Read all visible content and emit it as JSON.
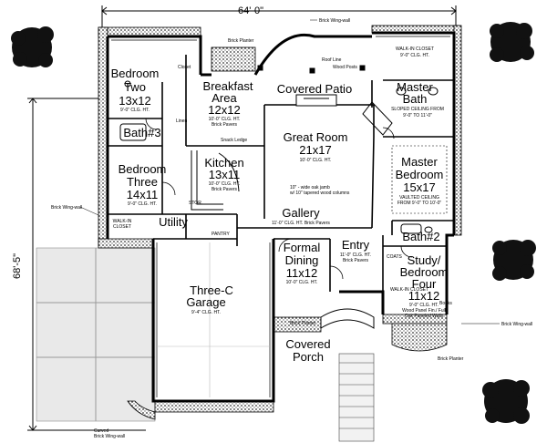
{
  "dimensions": {
    "width": "64'-0\"",
    "depth": "68'-5\""
  },
  "rooms": {
    "bedroom_two": {
      "name": "Bedroom",
      "name2": "Two",
      "size": "13x12",
      "ceiling": "9'-0\" CLG. HT."
    },
    "breakfast": {
      "name": "Breakfast",
      "name2": "Area",
      "size": "12x12",
      "ceiling": "10'-0\" CLG. HT.",
      "note": "Brick Pavers"
    },
    "covered_patio": {
      "name": "Covered Patio"
    },
    "master_bath": {
      "name": "Master",
      "name2": "Bath",
      "ceiling": "SLOPED CEILING FROM",
      "ceiling2": "9'-0\" TO 11'-0\""
    },
    "walkin_closet_master": {
      "name": "WALK-IN CLOSET",
      "ceiling": "9'-0\" CLG. HT."
    },
    "bath3": {
      "name": "Bath#3"
    },
    "great_room": {
      "name": "Great Room",
      "size": "21x17",
      "ceiling": "10'-0\" CLG. HT."
    },
    "master_bedroom": {
      "name": "Master",
      "name2": "Bedroom",
      "size": "15x17",
      "ceiling": "VAULTED CEILING",
      "ceiling2": "FROM 9'-0\" TO 10'-0\""
    },
    "bedroom_three": {
      "name": "Bedroom",
      "name2": "Three",
      "size": "14x11",
      "ceiling": "9'-0\" CLG. HT."
    },
    "kitchen": {
      "name": "Kitchen",
      "size": "13x11",
      "ceiling": "10'-0\" CLG. HT.",
      "note": "Brick Pavers"
    },
    "utility": {
      "name": "Utility"
    },
    "gallery": {
      "name": "Gallery",
      "ceiling": "11'-0\" CLG. HT.  Brick Pavers"
    },
    "formal_dining": {
      "name": "Formal",
      "name2": "Dining",
      "size": "11x12",
      "ceiling": "10'-0\" CLG. HT."
    },
    "entry": {
      "name": "Entry",
      "ceiling": "11'-0\" CLG. HT.",
      "note": "Brick Pavers"
    },
    "bath2": {
      "name": "Bath#2"
    },
    "study": {
      "name": "Study/",
      "name2": "Bedroom",
      "name3": "Four",
      "size": "11x12",
      "ceiling": "9'-0\" CLG. HT.",
      "note": "Wood Panel Fin./ Full",
      "note2": "Oak Paneled Walls"
    },
    "garage": {
      "name": "Three-C",
      "name2": "Garage",
      "ceiling": "9'-4\" CLG. HT."
    },
    "covered_porch": {
      "name": "Covered",
      "name2": "Porch"
    },
    "walkin_closet_bed3": {
      "name": "WALK-IN",
      "name2": "CLOSET"
    }
  },
  "annotations": {
    "brick_wingwall_top": "Brick Wing-wall",
    "brick_planter_top": "Brick Planter",
    "roof_line": "Roof Line",
    "wood_posts": "Wood Posts",
    "brick_wingwall_left": "Brick Wing-wall",
    "brick_wingwall_right": "Brick Wing-wall",
    "brick_planter_right": "Brick Planter",
    "brick_planter_porch": "Brick Planter",
    "curved_wingwall": "Curved",
    "curved_wingwall2": "Brick Wing-wall",
    "jamb_note": "10\" - wide oak jamb",
    "jamb_note2": "w/ 10\" tapered wood columns",
    "linen": "Linen",
    "closet": "Closet",
    "snack_ledge": "Snack Ledge",
    "walkin_closet_study": "WALK-IN CLOSET",
    "coats": "COATS",
    "books": "Books",
    "stor": "STOR.",
    "pantry": "PANTRY"
  }
}
